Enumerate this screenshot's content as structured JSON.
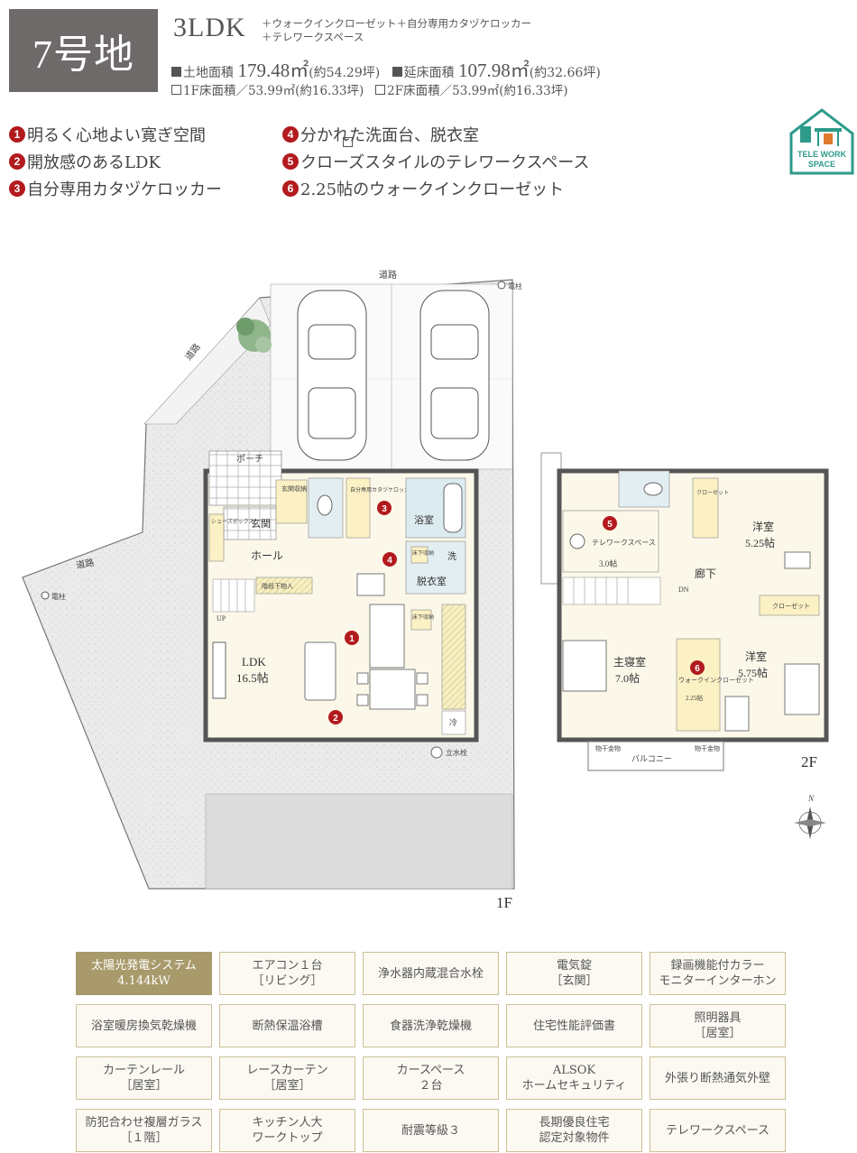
{
  "header": {
    "lot_number": "7号地",
    "plan_type": "3LDK",
    "extras_line1": "＋ウォークインクローゼット＋自分専用カタヅケロッカー",
    "extras_line2": "＋テレワークスペース",
    "land_area_label": "土地面積",
    "land_area_value": "179.48㎡",
    "land_area_tsubo": "(約54.29坪)",
    "floor_area_label": "延床面積",
    "floor_area_value": "107.98㎡",
    "floor_area_tsubo": "(約32.66坪)",
    "f1_area": "1F床面積／53.99㎡(約16.33坪)",
    "f2_area": "2F床面積／53.99㎡(約16.33坪)"
  },
  "features": [
    {
      "num": "1",
      "text": "明るく心地よい寛ぎ空間"
    },
    {
      "num": "2",
      "text": "開放感のあるLDK"
    },
    {
      "num": "3",
      "text": "自分専用カタヅケロッカー"
    },
    {
      "num": "4",
      "text": "分かれた洗面台、脱衣室"
    },
    {
      "num": "5",
      "text": "クローズスタイルのテレワークスペース"
    },
    {
      "num": "6",
      "text": "2.25帖のウォークインクローゼット"
    }
  ],
  "telework_icon": {
    "line1": "TELE WORK",
    "line2": "SPACE",
    "icon": "desk-chair-house-icon",
    "color": "#2e9a8a"
  },
  "plan": {
    "road_top": "道路",
    "road_diag": "道路",
    "road_left": "道路",
    "pole1": "電柱",
    "pole2": "電柱",
    "porch": "ポーチ",
    "entrance": "玄関",
    "entrance_storage": "玄関収納",
    "hall": "ホール",
    "shoe_box": "シューズボックス",
    "locker": "自分専用カタヅケロッカー",
    "bath": "浴室",
    "wash": "洗",
    "underfloor1": "床下収納",
    "underfloor2": "床下収納",
    "dressing": "脱衣室",
    "stair_storage": "階段下物入",
    "up": "UP",
    "ldk": "LDK",
    "ldk_size": "16.5帖",
    "fridge": "冷",
    "faucet": "立水栓",
    "floor1": "1F",
    "telework": "テレワークスペース",
    "telework_size": "3.0帖",
    "closet1": "クローゼット",
    "closet2": "クローゼット",
    "western1": "洋室",
    "western1_size": "5.25帖",
    "corridor": "廊下",
    "dn": "DN",
    "master": "主寝室",
    "master_size": "7.0帖",
    "wic": "ウォークインクローゼット",
    "wic_size": "2.25帖",
    "western2": "洋室",
    "western2_size": "5.75帖",
    "balcony": "バルコニー",
    "hanger1": "物干金物",
    "hanger2": "物干金物",
    "floor2": "2F",
    "north": "N"
  },
  "amenities": [
    {
      "line1": "太陽光発電システム",
      "line2": "4.144kW",
      "highlight": true
    },
    {
      "line1": "エアコン１台",
      "line2": "［リビング］"
    },
    {
      "line1": "浄水器内蔵混合水栓",
      "line2": ""
    },
    {
      "line1": "電気錠",
      "line2": "［玄関］"
    },
    {
      "line1": "録画機能付カラー",
      "line2": "モニターインターホン"
    },
    {
      "line1": "浴室暖房換気乾燥機",
      "line2": ""
    },
    {
      "line1": "断熱保温浴槽",
      "line2": ""
    },
    {
      "line1": "食器洗浄乾燥機",
      "line2": ""
    },
    {
      "line1": "住宅性能評価書",
      "line2": ""
    },
    {
      "line1": "照明器具",
      "line2": "［居室］"
    },
    {
      "line1": "カーテンレール",
      "line2": "［居室］"
    },
    {
      "line1": "レースカーテン",
      "line2": "［居室］"
    },
    {
      "line1": "カースペース",
      "line2": "２台"
    },
    {
      "line1": "ALSOK",
      "line2": "ホームセキュリティ"
    },
    {
      "line1": "外張り断熱通気外壁",
      "line2": ""
    },
    {
      "line1": "防犯合わせ複層ガラス",
      "line2": "［１階］"
    },
    {
      "line1": "キッチン人大",
      "line2": "ワークトップ"
    },
    {
      "line1": "耐震等級３",
      "line2": ""
    },
    {
      "line1": "長期優良住宅",
      "line2": "認定対象物件"
    },
    {
      "line1": "テレワークスペース",
      "line2": ""
    }
  ]
}
